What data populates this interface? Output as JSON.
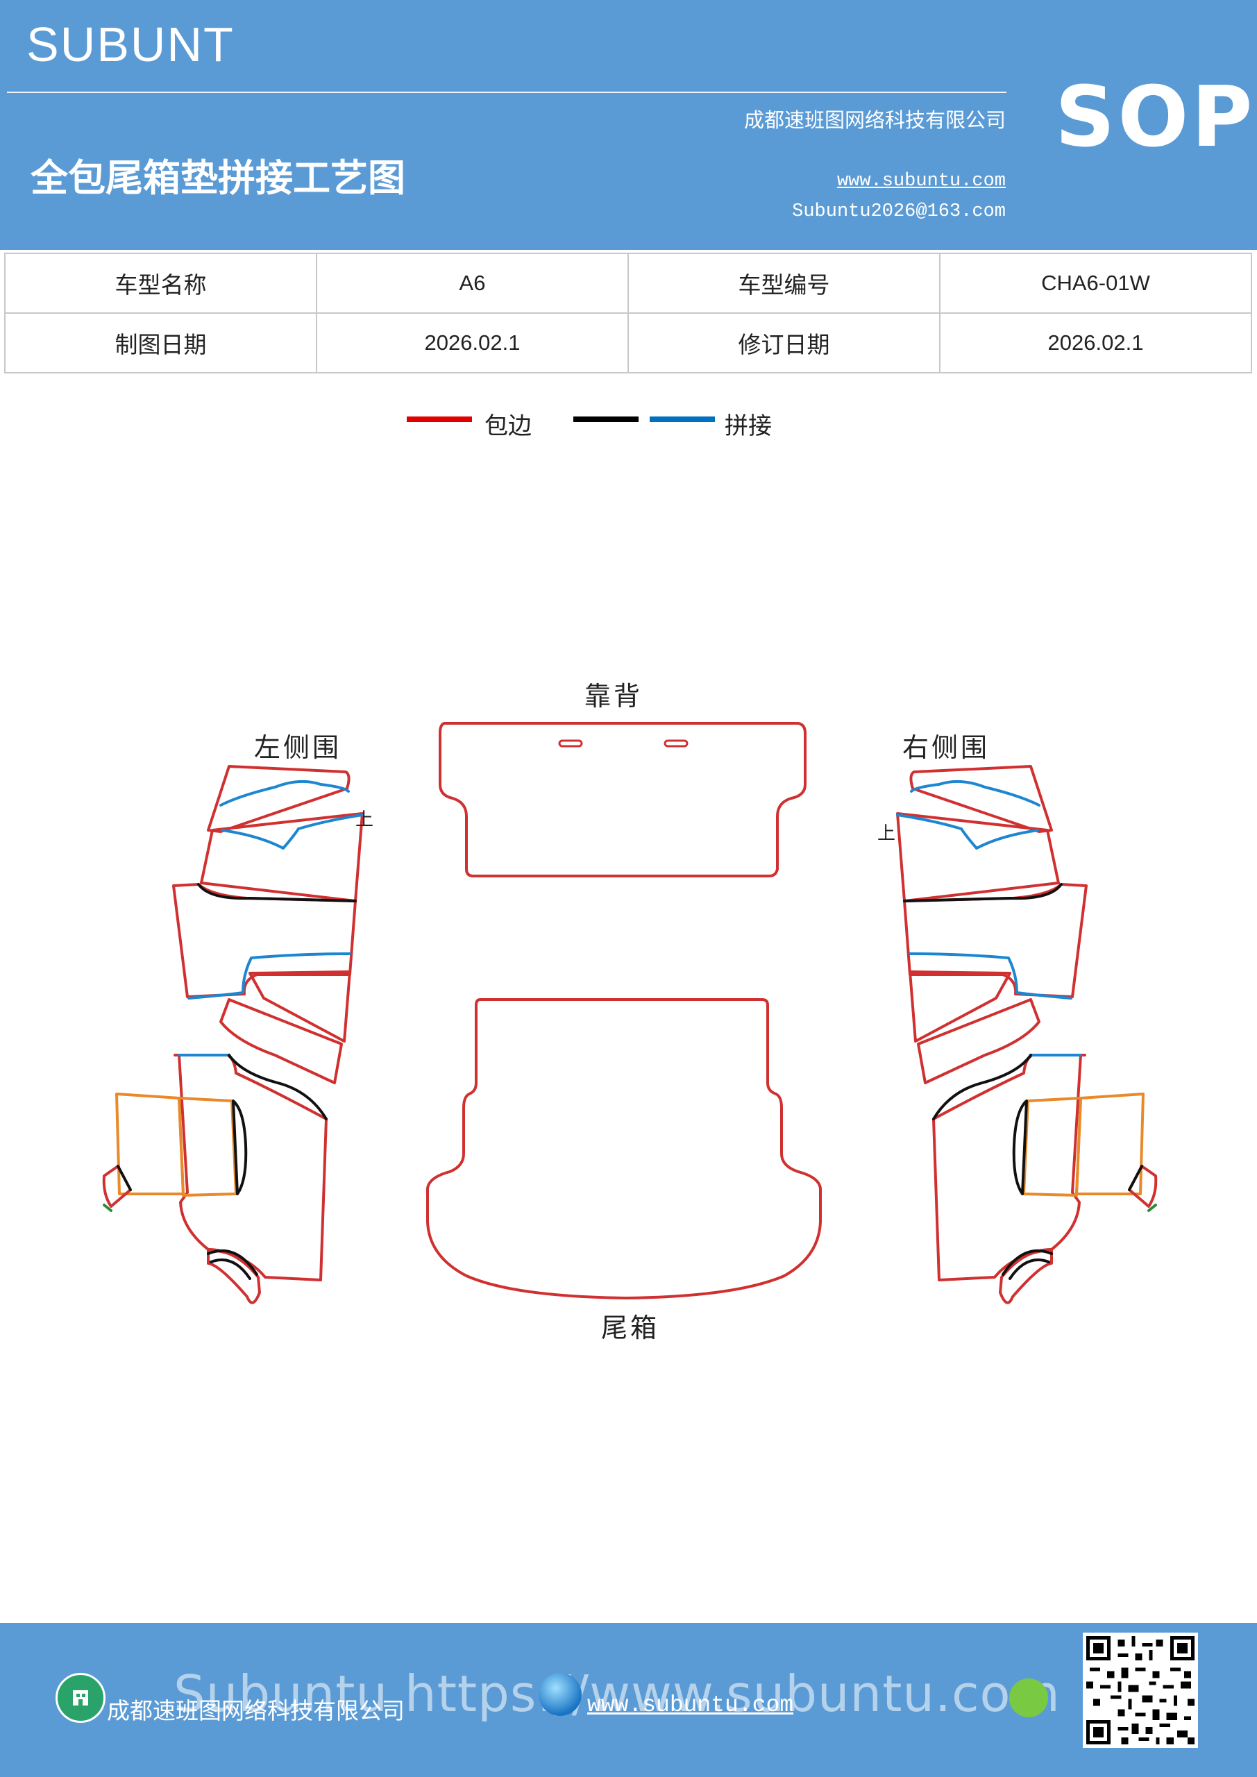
{
  "header": {
    "brand": "SUBUNT",
    "title": "全包尾箱垫拼接工艺图",
    "company": "成都速班图网络科技有限公司",
    "url": "www.subuntu.com",
    "email": "Subuntu2026@163.com",
    "badge": "SOP"
  },
  "info_table": {
    "rows": [
      [
        "车型名称",
        "A6",
        "车型编号",
        "CHA6-01W"
      ],
      [
        "制图日期",
        "2026.02.1",
        "修订日期",
        "2026.02.1"
      ]
    ]
  },
  "legend": {
    "items": [
      {
        "label": "包边",
        "color": "#e00000"
      },
      {
        "label": "",
        "color": "#000000"
      },
      {
        "label": "拼接",
        "color": "#0070c0"
      }
    ]
  },
  "diagram": {
    "labels": {
      "backrest": "靠背",
      "left_side": "左侧围",
      "right_side": "右侧围",
      "trunk": "尾箱",
      "up_mark_left": "上",
      "up_mark_right": "上"
    },
    "colors": {
      "edge": "#d03030",
      "seam_black": "#111111",
      "seam_blue": "#1c87d0",
      "orange": "#e8892a",
      "green": "#2a8a3a"
    }
  },
  "footer": {
    "company": "成都速班图网络科技有限公司",
    "url": "www.subuntu.com",
    "watermark": "Subuntu https://www.subuntu.com"
  }
}
